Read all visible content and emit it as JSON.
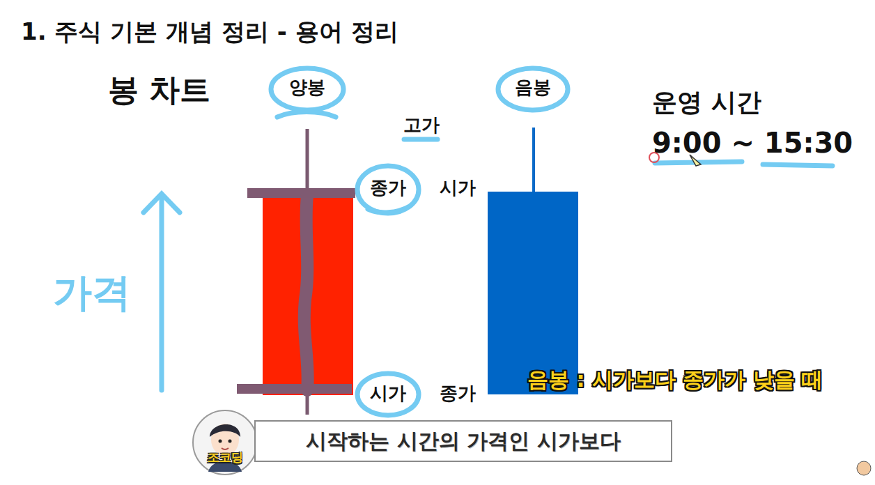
{
  "diagram": {
    "title": "1. 주식 기본 개념 정리 - 용어 정리",
    "nodes": [
      {
        "text": [
          "조코딩"
        ]
      },
      {
        "text": [
          "시작하는 시간의 가격인 시가보다"
        ]
      }
    ],
    "labels": [
      "봉 차트",
      "양봉",
      "음봉",
      "고가",
      "종가",
      "시가",
      "시가",
      "종가",
      "가격",
      "운영 시간",
      "9:00 ~ 15:30",
      "음봉 : 시가보다 종가가 낮을 때"
    ]
  }
}
